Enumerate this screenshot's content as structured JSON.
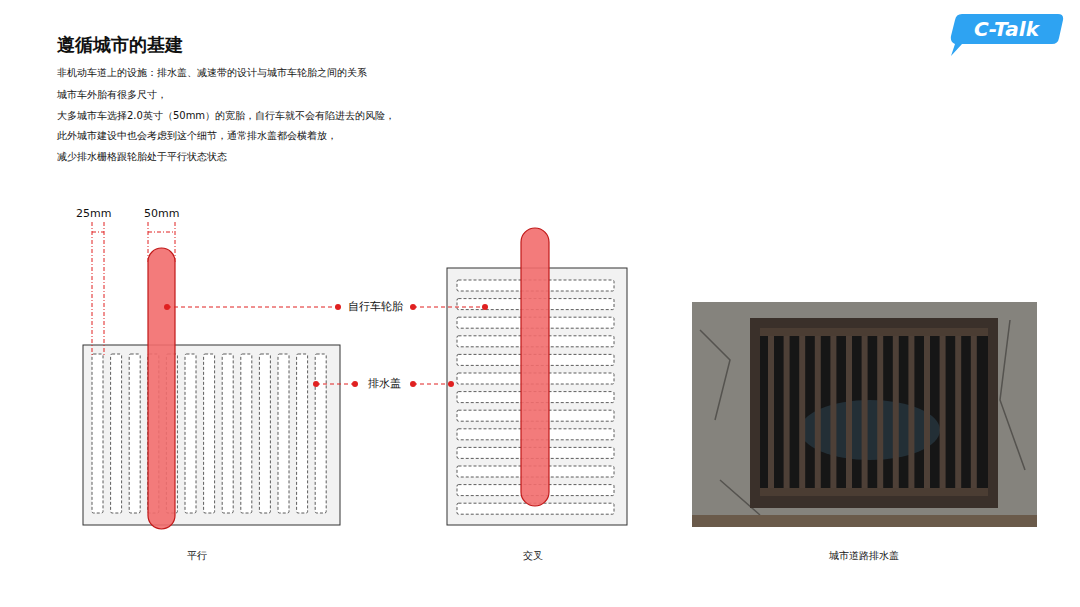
{
  "diagram": {
    "title": "遵循城市的基建",
    "labels": [
      "C-Talk",
      "非机动车道上的设施：排水盖、减速带的设计与城市车轮胎之间的关系",
      "城市车外胎有很多尺寸，",
      "大多城市车选择2.0英寸（50mm）的宽胎，自行车就不会有陷进去的风险，",
      "此外城市建设中也会考虑到这个细节，通常排水盖都会横着放，",
      "减少排水栅格跟轮胎处于平行状态状态",
      "25mm",
      "50mm",
      "自行车轮胎",
      "排水盖",
      "平行",
      "交叉",
      "城市道路排水盖"
    ]
  }
}
